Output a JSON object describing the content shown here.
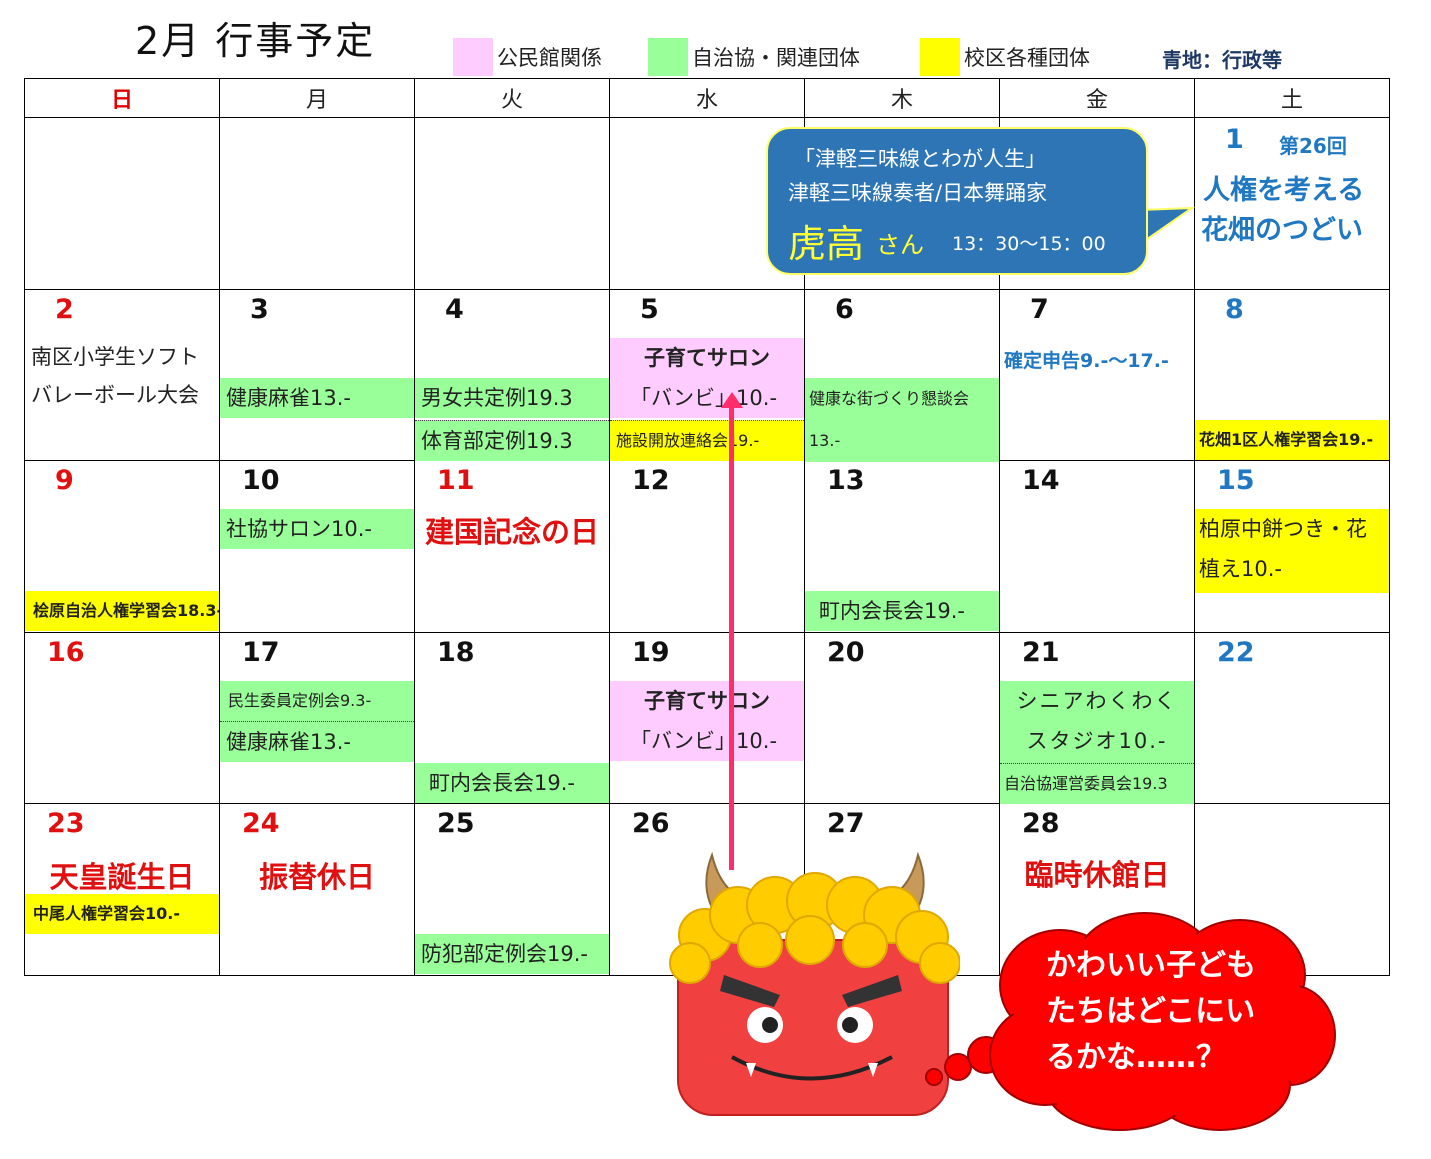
{
  "title": "2月 行事予定",
  "legend": {
    "items": [
      {
        "label": "公民館関係",
        "color": "#ffccff"
      },
      {
        "label": "自治協・関連団体",
        "color": "#99ff99"
      },
      {
        "label": "校区各種団体",
        "color": "#ffff00"
      }
    ],
    "blue_note": "青地：行政等"
  },
  "weekdays": [
    "日",
    "月",
    "火",
    "水",
    "木",
    "金",
    "土"
  ],
  "days": {
    "d1": "1",
    "d2": "2",
    "d3": "3",
    "d4": "4",
    "d5": "5",
    "d6": "6",
    "d7": "7",
    "d8": "8",
    "d9": "9",
    "d10": "10",
    "d11": "11",
    "d12": "12",
    "d13": "13",
    "d14": "14",
    "d15": "15",
    "d16": "16",
    "d17": "17",
    "d18": "18",
    "d19": "19",
    "d20": "20",
    "d21": "21",
    "d22": "22",
    "d23": "23",
    "d24": "24",
    "d25": "25",
    "d26": "26",
    "d27": "27",
    "d28": "28"
  },
  "events": {
    "d1_sub": "第26回",
    "d1_title1": "人権を考える",
    "d1_title2": "花畑のつどい",
    "d2_line1": "南区小学生ソフト",
    "d2_line2": "バレーボール大会",
    "d3_ev1": "健康麻雀13.-",
    "d4_ev1": "男女共定例19.3",
    "d4_ev2": "体育部定例19.3",
    "d5_ev1a": "子育てサロン",
    "d5_ev1b": "「バンビ」10.-",
    "d5_ev2": "施設開放連絡会19.-",
    "d6_ev1a": "健康な街づくり懇談会",
    "d6_ev1b": "13.-",
    "d7_ev1": "確定申告9.-～17.-",
    "d8_ev1": "花畑1区人権学習会19.-",
    "d9_ev1": "桧原自治人権学習会18.3-",
    "d10_ev1": "社協サロン10.-",
    "d11_holiday": "建国記念の日",
    "d13_ev1": "町内会長会19.-",
    "d15_ev1a": "柏原中餅つき・花",
    "d15_ev1b": "植え10.-",
    "d17_ev1": "民生委員定例会9.3-",
    "d17_ev2": "健康麻雀13.-",
    "d18_ev1": "町内会長会19.-",
    "d19_ev1a": "子育てサロン",
    "d19_ev1b": "「バンビ」10.-",
    "d21_ev1a": "シニアわくわく",
    "d21_ev1b": "スタジオ10.-",
    "d21_ev2": "自治協運営委員会19.3",
    "d23_holiday": "天皇誕生日",
    "d23_ev1": "中尾人権学習会10.-",
    "d24_holiday": "振替休日",
    "d25_ev1": "防犯部定例会19.-",
    "d28_holiday": "臨時休館日"
  },
  "callout": {
    "line1": "「津軽三味線とわが人生」",
    "line2": "津軽三味線奏者/日本舞踊家",
    "name": "虎高",
    "honorific": "さん",
    "time": "13：30～15：00"
  },
  "oni_bubble": {
    "line1": "かわいい子ども",
    "line2": "たちはどこにい",
    "line3": "るかな……？"
  }
}
